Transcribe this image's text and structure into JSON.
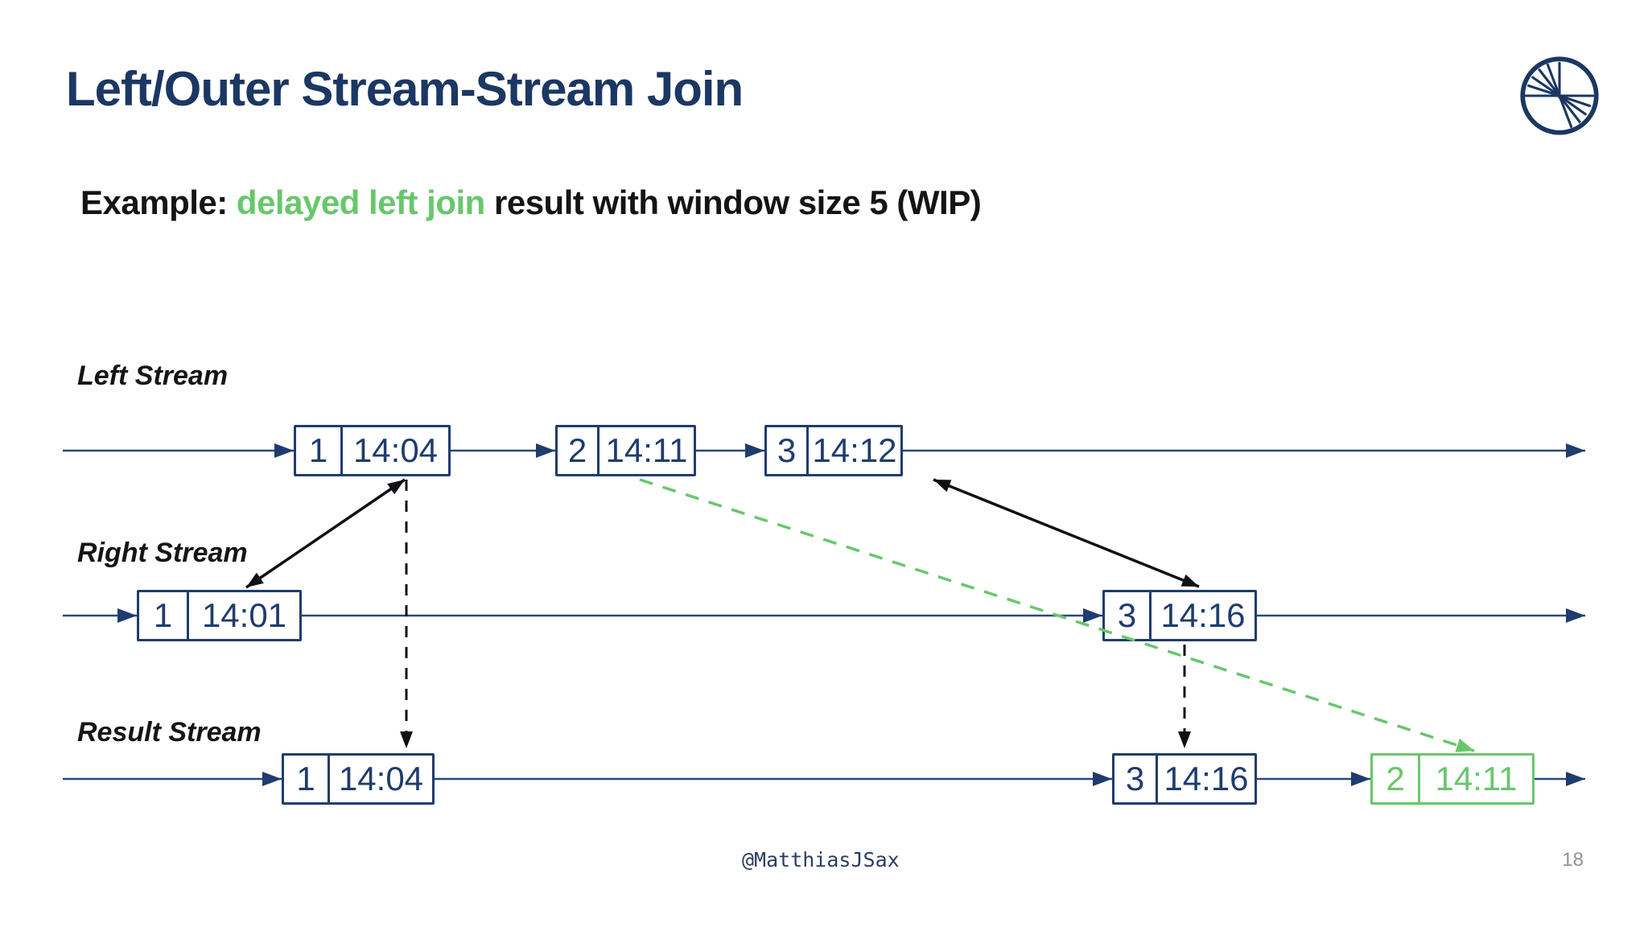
{
  "slide": {
    "title": "Left/Outer Stream-Stream Join",
    "subtitle": {
      "prefix": "Example: ",
      "highlight": "delayed left join",
      "suffix": " result with window size 5 (WIP)"
    },
    "logo": "confluent-starburst-logo",
    "footer": {
      "handle": "@MatthiasJSax",
      "page_number": "18"
    }
  },
  "colors": {
    "navy": "#1F3C6E",
    "title_navy": "#1B3763",
    "black_arrow": "#0E1016",
    "green": "#68C76B",
    "page_number_gray": "#8E939B"
  },
  "diagram": {
    "streams": [
      {
        "label": "Left Stream",
        "events": [
          {
            "key": "1",
            "time": "14:04"
          },
          {
            "key": "2",
            "time": "14:11"
          },
          {
            "key": "3",
            "time": "14:12"
          }
        ]
      },
      {
        "label": "Right Stream",
        "events": [
          {
            "key": "1",
            "time": "14:01"
          },
          {
            "key": "3",
            "time": "14:16"
          }
        ]
      },
      {
        "label": "Result Stream",
        "events": [
          {
            "key": "1",
            "time": "14:04"
          },
          {
            "key": "3",
            "time": "14:16"
          },
          {
            "key": "2",
            "time": "14:11"
          }
        ]
      }
    ],
    "highlighted_result_event": {
      "key": "2",
      "time": "14:11",
      "note": "delayed left join result, drawn in green with dashed green arrow from left-stream event 2"
    }
  }
}
